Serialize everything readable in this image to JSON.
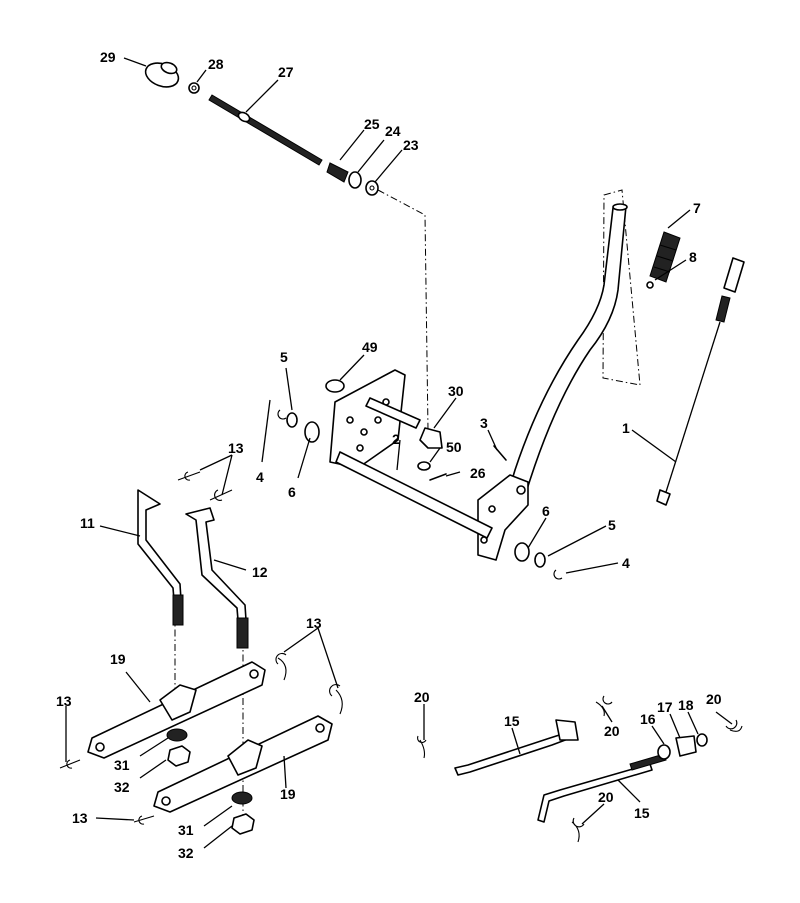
{
  "callouts": {
    "c29": "29",
    "c28": "28",
    "c27": "27",
    "c25": "25",
    "c24": "24",
    "c23": "23",
    "c7": "7",
    "c8": "8",
    "c49": "49",
    "c5a": "5",
    "c30": "30",
    "c3": "3",
    "c13a": "13",
    "c4a": "4",
    "c6a": "6",
    "c2": "2",
    "c50": "50",
    "c26": "26",
    "c1": "1",
    "c11": "11",
    "c12": "12",
    "c6b": "6",
    "c5b": "5",
    "c4b": "4",
    "c13b": "13",
    "c19a": "19",
    "c13c": "13",
    "c31a": "31",
    "c32a": "32",
    "c19b": "19",
    "c13d": "13",
    "c31b": "31",
    "c32b": "32",
    "c20a": "20",
    "c15a": "15",
    "c20b": "20",
    "c16": "16",
    "c17": "17",
    "c18": "18",
    "c20c": "20",
    "c20d": "20",
    "c15b": "15"
  }
}
